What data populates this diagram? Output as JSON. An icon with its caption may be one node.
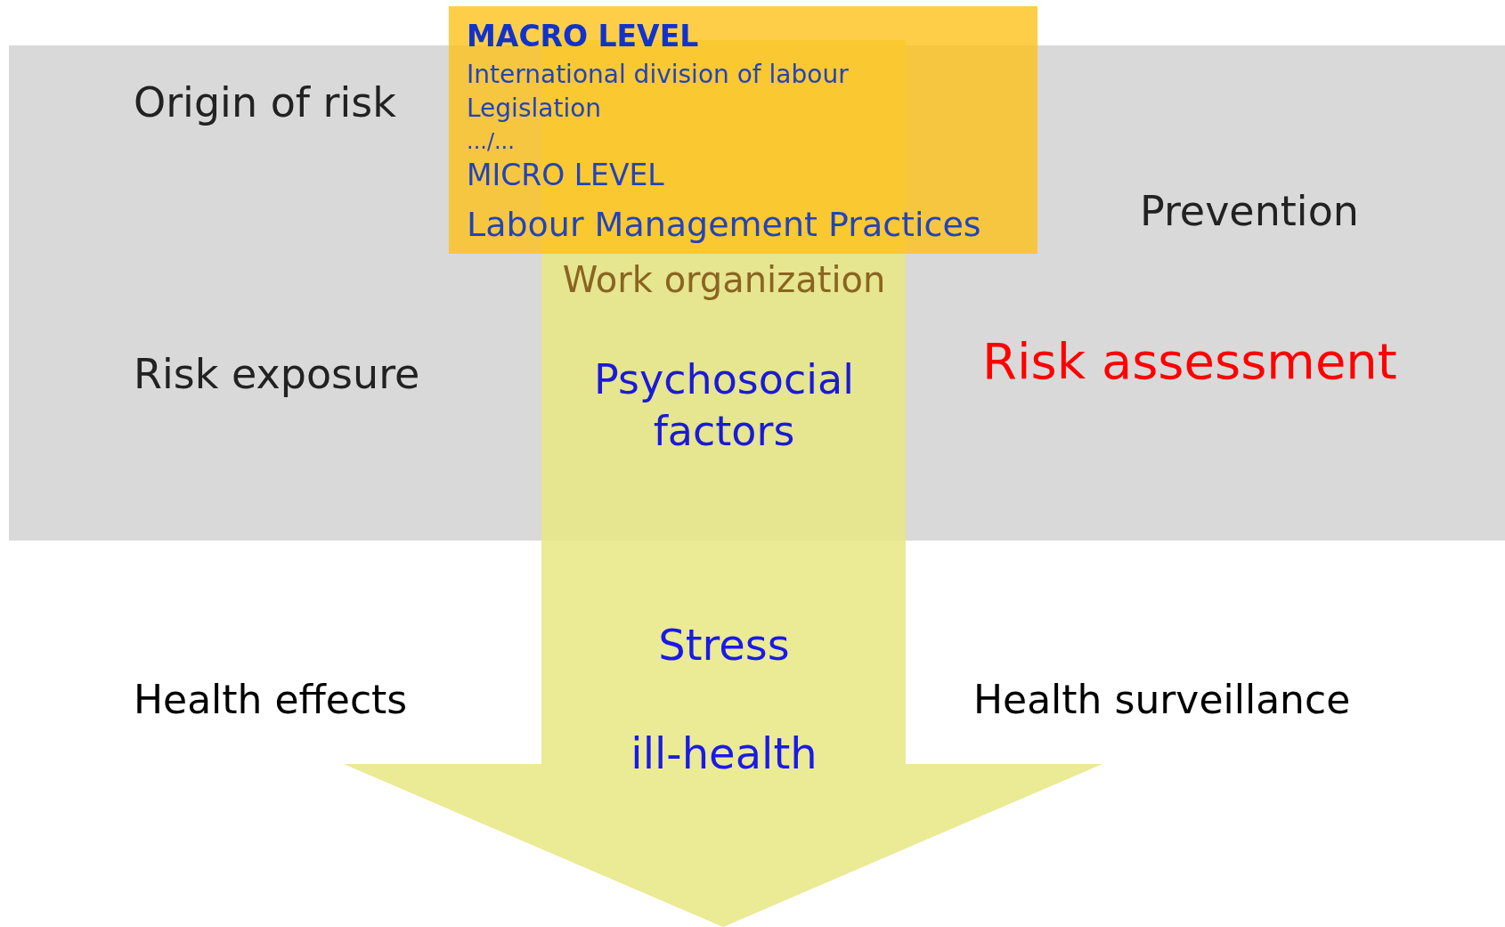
{
  "diagram": {
    "nodes": [
      {
        "text": [
          "Work organization",
          "Psychosocial factors",
          "Stress",
          "ill-health"
        ]
      },
      {
        "text": [
          "MACRO LEVEL",
          "International division of labour",
          "Legislation",
          ".../...",
          "MICRO LEVEL",
          "Labour Management Practices"
        ]
      }
    ],
    "edges": [],
    "labels": [
      "Origin of risk",
      "Prevention",
      "Risk exposure",
      "Risk assessment",
      "Health effects",
      "Health surveillance"
    ]
  }
}
